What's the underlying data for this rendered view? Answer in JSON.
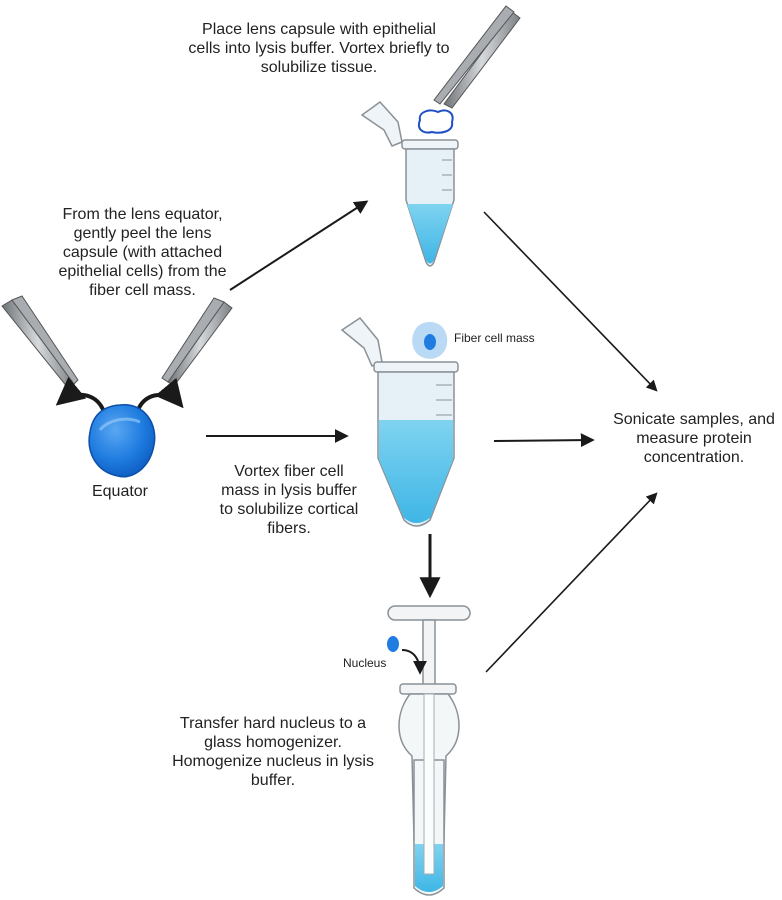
{
  "steps": {
    "capsule_step": "Place lens capsule with epithelial cells into lysis buffer. Vortex briefly to solubilize tissue.",
    "peel_step": "From the lens equator, gently peel the lens capsule (with attached epithelial cells) from the fiber cell mass.",
    "fiber_step": "Vortex fiber cell mass in lysis buffer to solubilize cortical fibers.",
    "nucleus_step": "Transfer hard nucleus to a glass homogenizer. Homogenize nucleus in lysis buffer.",
    "final_step": "Sonicate samples, and measure protein concentration."
  },
  "labels": {
    "equator": "Equator",
    "fiber_cell_mass": "Fiber cell mass",
    "nucleus": "Nucleus"
  },
  "colors": {
    "lens_blue": "#1f7ce0",
    "buffer_blue": "#5cc8ec",
    "tube_glass": "#e6f1f7",
    "arrow": "#1a1a1a"
  }
}
